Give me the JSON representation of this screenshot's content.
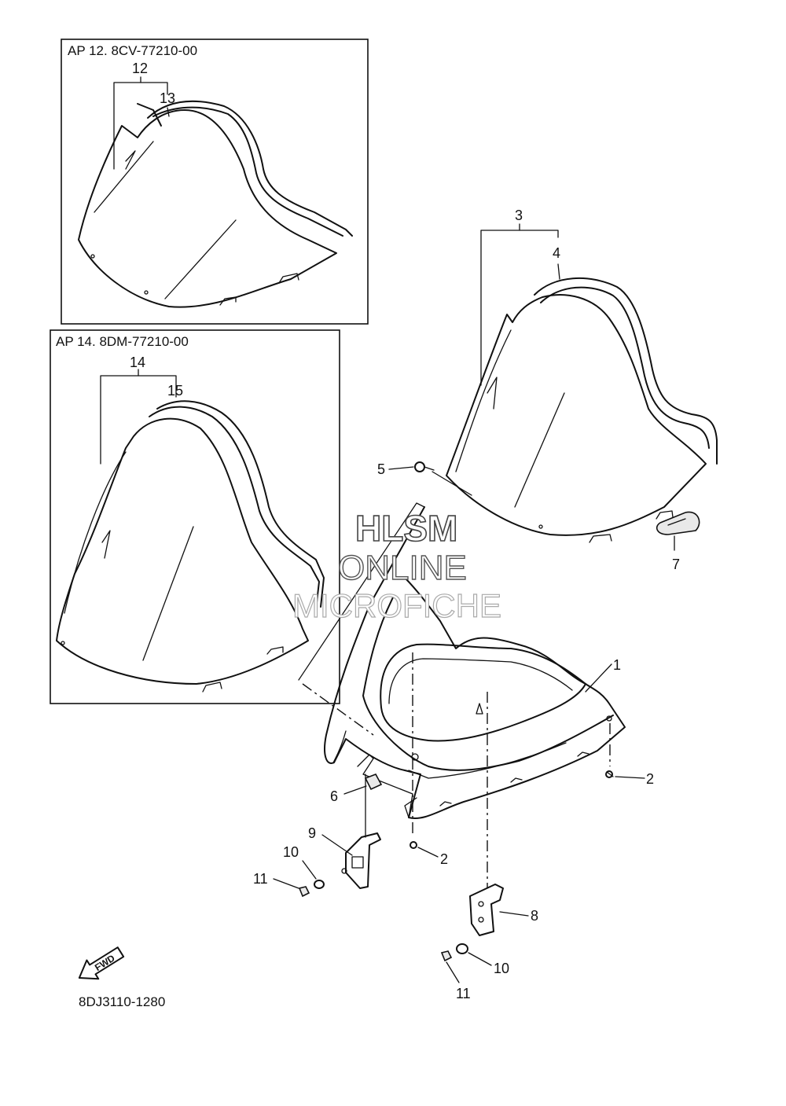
{
  "inset_boxes": [
    {
      "title": "AP 12. 8CV-77210-00"
    },
    {
      "title": "AP 14. 8DM-77210-00"
    }
  ],
  "part_labels": {
    "p1": "1",
    "p2a": "2",
    "p2b": "2",
    "p3": "3",
    "p4": "4",
    "p5": "5",
    "p6": "6",
    "p7": "7",
    "p8": "8",
    "p9": "9",
    "p10a": "10",
    "p10b": "10",
    "p11a": "11",
    "p11b": "11",
    "p12": "12",
    "p13": "13",
    "p14": "14",
    "p15": "15"
  },
  "fwd_arrow": {
    "label": "FWD"
  },
  "diagram_code": "8DJ3110-1280",
  "watermark": {
    "line1": "HLSM",
    "line2": "ONLINE",
    "line3": "MICROFICHE"
  }
}
